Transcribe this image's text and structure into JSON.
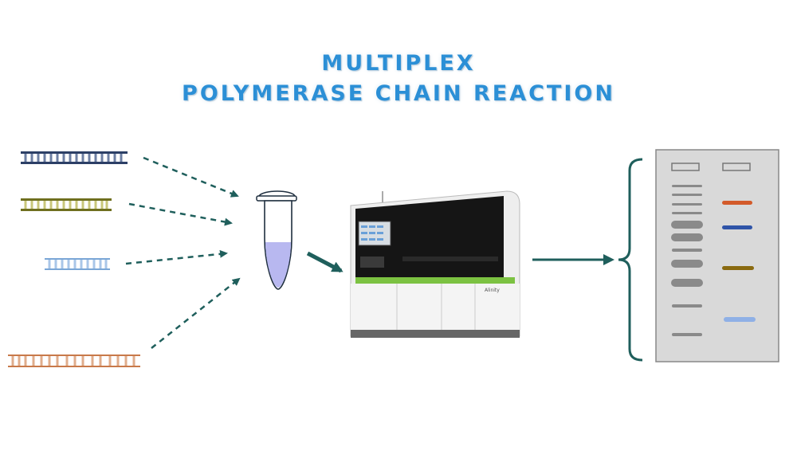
{
  "title": {
    "line1": "MULTIPLEX",
    "line2": "POLYMERASE CHAIN REACTION"
  },
  "instrument": {
    "brand_label": "Alinity"
  },
  "colors": {
    "title": "#2b8fd6",
    "arrow": "#1f5f5c",
    "dna_navy": "#2c3f66",
    "dna_olive": "#8a8a2e",
    "dna_lightblue": "#7aa6d6",
    "dna_orange": "#c8794a",
    "tube_liquid": "#b8b8f0",
    "instrument_green": "#7cc242",
    "gel_bg": "#d9d9d9",
    "band_gray": "#8a8a8a",
    "band_orange": "#d35a2a",
    "band_blue": "#2f54a8",
    "band_olive": "#8a6a10",
    "band_lightblue": "#8fb0e6"
  }
}
